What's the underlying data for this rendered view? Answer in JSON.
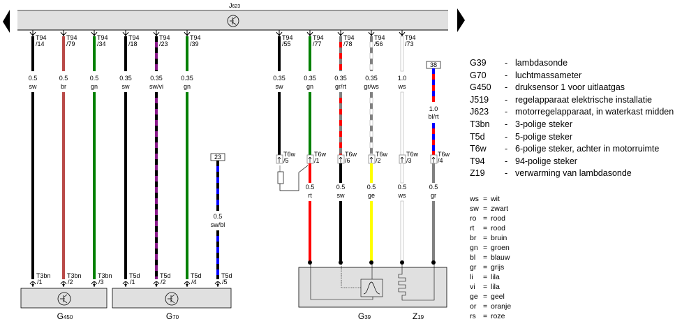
{
  "diagram": {
    "ecu": {
      "label": "J623",
      "label_main": "J",
      "label_sub": "623"
    },
    "nav": {
      "left_arrow": "previous-page",
      "right_arrow": "next-page"
    },
    "wires_top": [
      {
        "id": "t94-14",
        "pin_conn": "T94",
        "pin": "/14",
        "size": "0.5",
        "color_code": "sw",
        "colors": [
          "#000000"
        ]
      },
      {
        "id": "t94-79",
        "pin_conn": "T94",
        "pin": "/79",
        "size": "0.5",
        "color_code": "br",
        "colors": [
          "#b94a48"
        ]
      },
      {
        "id": "t94-34",
        "pin_conn": "T94",
        "pin": "/34",
        "size": "0.5",
        "color_code": "gn",
        "colors": [
          "#008000"
        ]
      },
      {
        "id": "t94-18",
        "pin_conn": "T94",
        "pin": "/18",
        "size": "0.35",
        "color_code": "sw",
        "colors": [
          "#000000"
        ]
      },
      {
        "id": "t94-23",
        "pin_conn": "T94",
        "pin": "/23",
        "size": "0.35",
        "color_code": "sw/vi",
        "colors": [
          "#000000",
          "#8b1a8b"
        ]
      },
      {
        "id": "t94-39",
        "pin_conn": "T94",
        "pin": "/39",
        "size": "0.35",
        "color_code": "gn",
        "colors": [
          "#008000"
        ]
      },
      {
        "id": "t94-55",
        "pin_conn": "T94",
        "pin": "/55",
        "size": "0.35",
        "color_code": "sw",
        "colors": [
          "#000000"
        ]
      },
      {
        "id": "t94-77",
        "pin_conn": "T94",
        "pin": "/77",
        "size": "0.35",
        "color_code": "gn",
        "colors": [
          "#008000"
        ]
      },
      {
        "id": "t94-78",
        "pin_conn": "T94",
        "pin": "/78",
        "size": "0.35",
        "color_code": "gr/rt",
        "colors": [
          "#808080",
          "#ff0000"
        ]
      },
      {
        "id": "t94-56",
        "pin_conn": "T94",
        "pin": "/56",
        "size": "0.35",
        "color_code": "gr/ws",
        "colors": [
          "#808080",
          "#ffffff"
        ]
      },
      {
        "id": "t94-73",
        "pin_conn": "T94",
        "pin": "/73",
        "size": "1.0",
        "color_code": "ws",
        "colors": [
          "#ffffff"
        ]
      }
    ],
    "wire_23": {
      "ref": "23",
      "size": "0.5",
      "color_code": "sw/bl",
      "colors": [
        "#000000",
        "#0000ff"
      ]
    },
    "wire_38": {
      "ref": "38",
      "size": "1.0",
      "color_code": "bl/rt",
      "colors": [
        "#0000ff",
        "#ff0000"
      ]
    },
    "t6w_pins": [
      {
        "conn": "T6w",
        "pin": "/5"
      },
      {
        "conn": "T6w",
        "pin": "/1"
      },
      {
        "conn": "T6w",
        "pin": "/6"
      },
      {
        "conn": "T6w",
        "pin": "/2"
      },
      {
        "conn": "T6w",
        "pin": "/3"
      },
      {
        "conn": "T6w",
        "pin": "/4"
      }
    ],
    "wires_lower": [
      {
        "size": "0.5",
        "color_code": "rt",
        "colors": [
          "#ff0000"
        ]
      },
      {
        "size": "0.5",
        "color_code": "sw",
        "colors": [
          "#000000"
        ]
      },
      {
        "size": "0.5",
        "color_code": "ge",
        "colors": [
          "#ffff00"
        ]
      },
      {
        "size": "0.5",
        "color_code": "ws",
        "colors": [
          "#ffffff"
        ]
      },
      {
        "size": "0.5",
        "color_code": "gr",
        "colors": [
          "#808080"
        ]
      }
    ],
    "g450": {
      "label_main": "G",
      "label_sub": "450",
      "pins": [
        {
          "conn": "T3bn",
          "pin": "/1"
        },
        {
          "conn": "T3bn",
          "pin": "/2"
        },
        {
          "conn": "T3bn",
          "pin": "/3"
        }
      ]
    },
    "g70": {
      "label_main": "G",
      "label_sub": "70",
      "pins": [
        {
          "conn": "T5d",
          "pin": "/1"
        },
        {
          "conn": "T5d",
          "pin": "/2"
        },
        {
          "conn": "T5d",
          "pin": "/4"
        },
        {
          "conn": "T5d",
          "pin": "/5"
        }
      ]
    },
    "g39": {
      "label_main": "G",
      "label_sub": "39"
    },
    "z19": {
      "label_main": "Z",
      "label_sub": "19"
    }
  },
  "legend": [
    {
      "code": "G39",
      "desc": "lambdasonde"
    },
    {
      "code": "G70",
      "desc": "luchtmassameter"
    },
    {
      "code": "G450",
      "desc": "druksensor 1 voor uitlaatgas"
    },
    {
      "code": "J519",
      "desc": "regelapparaat elektrische installatie"
    },
    {
      "code": "J623",
      "desc": "motorregelapparaat, in waterkast midden"
    },
    {
      "code": "T3bn",
      "desc": "3-polige steker"
    },
    {
      "code": "T5d",
      "desc": "5-polige steker"
    },
    {
      "code": "T6w",
      "desc": "6-polige steker, achter in motorruimte"
    },
    {
      "code": "T94",
      "desc": "94-polige steker"
    },
    {
      "code": "Z19",
      "desc": "verwarming van lambdasonde"
    }
  ],
  "color_codes": [
    {
      "code": "ws",
      "name": "wit"
    },
    {
      "code": "sw",
      "name": "zwart"
    },
    {
      "code": "ro",
      "name": "rood"
    },
    {
      "code": "rt",
      "name": "rood"
    },
    {
      "code": "br",
      "name": "bruin"
    },
    {
      "code": "gn",
      "name": "groen"
    },
    {
      "code": "bl",
      "name": "blauw"
    },
    {
      "code": "gr",
      "name": "grijs"
    },
    {
      "code": "li",
      "name": "lila"
    },
    {
      "code": "vi",
      "name": "lila"
    },
    {
      "code": "ge",
      "name": "geel"
    },
    {
      "code": "or",
      "name": "oranje"
    },
    {
      "code": "rs",
      "name": "roze"
    }
  ],
  "dash_separator": "-",
  "equals_separator": "="
}
